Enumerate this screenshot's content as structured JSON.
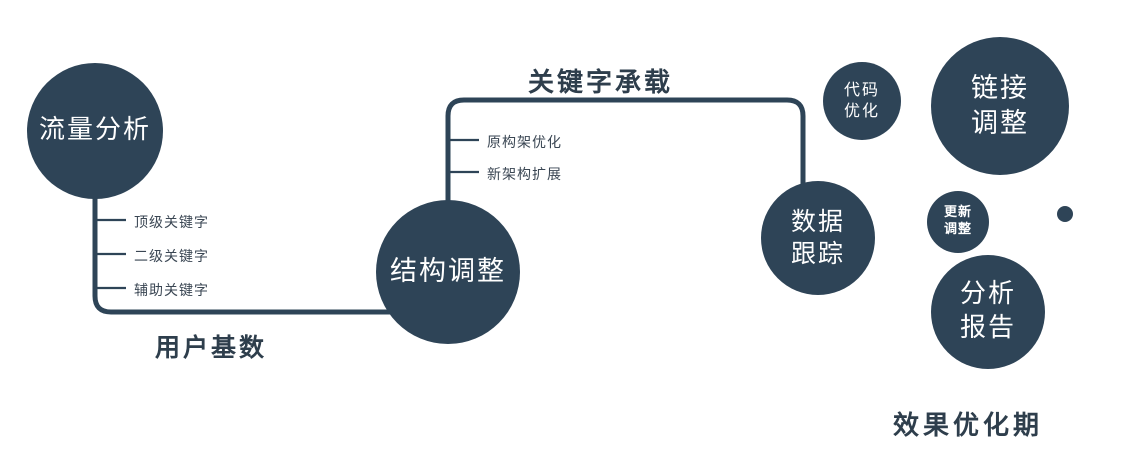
{
  "colors": {
    "primary": "#2e4457",
    "text_dark": "#2e3e4c",
    "node_text": "#ffffff"
  },
  "nodes": {
    "traffic": {
      "label": "流量分析"
    },
    "structure": {
      "label": "结构调整"
    },
    "data_tracking": {
      "line1": "数据",
      "line2": "跟踪"
    },
    "code_opt": {
      "line1": "代码",
      "line2": "优化"
    },
    "link_adjust": {
      "line1": "链接",
      "line2": "调整"
    },
    "update_adjust": {
      "line1": "更新",
      "line2": "调整"
    },
    "analysis_report": {
      "line1": "分析",
      "line2": "报告"
    }
  },
  "edge_labels": {
    "user_base": "用户基数",
    "keyword_bearing": "关键字承载"
  },
  "branch_labels": {
    "traffic": [
      "顶级关键字",
      "二级关键字",
      "辅助关键字"
    ],
    "structure": [
      "原构架优化",
      "新架构扩展"
    ]
  },
  "caption": "效果优化期"
}
